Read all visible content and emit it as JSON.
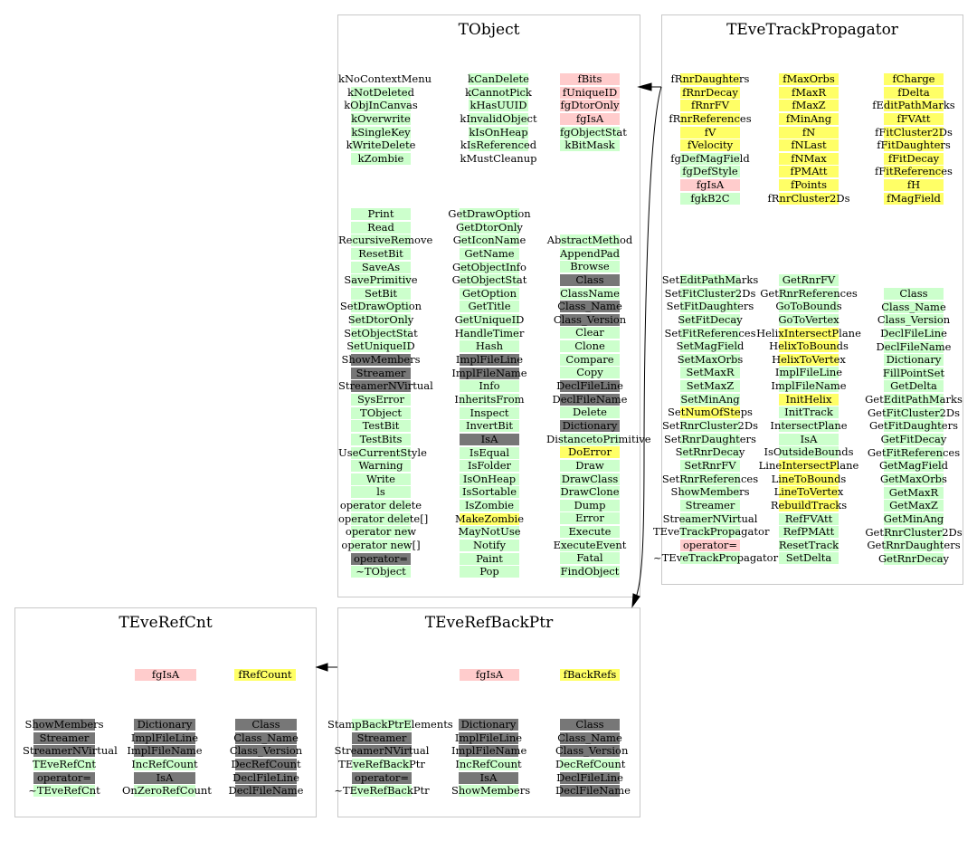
{
  "colors": {
    "green": "#ccffcc",
    "yellow": "#ffff66",
    "pink": "#ffcccc",
    "gray": "#777777",
    "border": "#c8c8c8"
  },
  "boxes": {
    "tobject": {
      "title": "TObject",
      "enum1": [
        {
          "t": "kNoContextMenu",
          "c": "none"
        },
        {
          "t": "kNotDeleted",
          "c": "g"
        },
        {
          "t": "kObjInCanvas",
          "c": "g"
        },
        {
          "t": "kOverwrite",
          "c": "g"
        },
        {
          "t": "kSingleKey",
          "c": "g"
        },
        {
          "t": "kWriteDelete",
          "c": "g"
        },
        {
          "t": "kZombie",
          "c": "g"
        }
      ],
      "enum2": [
        {
          "t": "kCanDelete",
          "c": "g"
        },
        {
          "t": "kCannotPick",
          "c": "g"
        },
        {
          "t": "kHasUUID",
          "c": "g"
        },
        {
          "t": "kInvalidObject",
          "c": "g"
        },
        {
          "t": "kIsOnHeap",
          "c": "g"
        },
        {
          "t": "kIsReferenced",
          "c": "g"
        },
        {
          "t": "kMustCleanup",
          "c": "none"
        }
      ],
      "members": [
        {
          "t": "fBits",
          "c": "r"
        },
        {
          "t": "fUniqueID",
          "c": "r"
        },
        {
          "t": "fgDtorOnly",
          "c": "r"
        },
        {
          "t": "fgIsA",
          "c": "r"
        },
        {
          "t": "fgObjectStat",
          "c": "g"
        },
        {
          "t": "kBitMask",
          "c": "g"
        }
      ],
      "methods1": [
        {
          "t": "Print",
          "c": "g"
        },
        {
          "t": "Read",
          "c": "g"
        },
        {
          "t": "RecursiveRemove",
          "c": "g"
        },
        {
          "t": "ResetBit",
          "c": "g"
        },
        {
          "t": "SaveAs",
          "c": "g"
        },
        {
          "t": "SavePrimitive",
          "c": "g"
        },
        {
          "t": "SetBit",
          "c": "g"
        },
        {
          "t": "SetDrawOption",
          "c": "g"
        },
        {
          "t": "SetDtorOnly",
          "c": "g"
        },
        {
          "t": "SetObjectStat",
          "c": "g"
        },
        {
          "t": "SetUniqueID",
          "c": "g"
        },
        {
          "t": "ShowMembers",
          "c": "d"
        },
        {
          "t": "Streamer",
          "c": "d"
        },
        {
          "t": "StreamerNVirtual",
          "c": "d"
        },
        {
          "t": "SysError",
          "c": "g"
        },
        {
          "t": "TObject",
          "c": "g"
        },
        {
          "t": "TestBit",
          "c": "g"
        },
        {
          "t": "TestBits",
          "c": "g"
        },
        {
          "t": "UseCurrentStyle",
          "c": "g"
        },
        {
          "t": "Warning",
          "c": "g"
        },
        {
          "t": "Write",
          "c": "g"
        },
        {
          "t": "ls",
          "c": "g"
        },
        {
          "t": "operator delete",
          "c": "g"
        },
        {
          "t": "operator delete[]",
          "c": "g"
        },
        {
          "t": "operator new",
          "c": "g"
        },
        {
          "t": "operator new[]",
          "c": "g"
        },
        {
          "t": "operator=",
          "c": "d"
        },
        {
          "t": "~TObject",
          "c": "g"
        }
      ],
      "methods2": [
        {
          "t": "GetDrawOption",
          "c": "g"
        },
        {
          "t": "GetDtorOnly",
          "c": "g"
        },
        {
          "t": "GetIconName",
          "c": "g"
        },
        {
          "t": "GetName",
          "c": "g"
        },
        {
          "t": "GetObjectInfo",
          "c": "g"
        },
        {
          "t": "GetObjectStat",
          "c": "g"
        },
        {
          "t": "GetOption",
          "c": "g"
        },
        {
          "t": "GetTitle",
          "c": "g"
        },
        {
          "t": "GetUniqueID",
          "c": "g"
        },
        {
          "t": "HandleTimer",
          "c": "g"
        },
        {
          "t": "Hash",
          "c": "g"
        },
        {
          "t": "ImplFileLine",
          "c": "d"
        },
        {
          "t": "ImplFileName",
          "c": "d"
        },
        {
          "t": "Info",
          "c": "g"
        },
        {
          "t": "InheritsFrom",
          "c": "g"
        },
        {
          "t": "Inspect",
          "c": "g"
        },
        {
          "t": "InvertBit",
          "c": "g"
        },
        {
          "t": "IsA",
          "c": "d"
        },
        {
          "t": "IsEqual",
          "c": "g"
        },
        {
          "t": "IsFolder",
          "c": "g"
        },
        {
          "t": "IsOnHeap",
          "c": "g"
        },
        {
          "t": "IsSortable",
          "c": "g"
        },
        {
          "t": "IsZombie",
          "c": "g"
        },
        {
          "t": "MakeZombie",
          "c": "y"
        },
        {
          "t": "MayNotUse",
          "c": "g"
        },
        {
          "t": "Notify",
          "c": "g"
        },
        {
          "t": "Paint",
          "c": "g"
        },
        {
          "t": "Pop",
          "c": "g"
        }
      ],
      "methods3": [
        {
          "t": "AbstractMethod",
          "c": "g"
        },
        {
          "t": "AppendPad",
          "c": "g"
        },
        {
          "t": "Browse",
          "c": "g"
        },
        {
          "t": "Class",
          "c": "d"
        },
        {
          "t": "ClassName",
          "c": "g"
        },
        {
          "t": "Class_Name",
          "c": "d"
        },
        {
          "t": "Class_Version",
          "c": "d"
        },
        {
          "t": "Clear",
          "c": "g"
        },
        {
          "t": "Clone",
          "c": "g"
        },
        {
          "t": "Compare",
          "c": "g"
        },
        {
          "t": "Copy",
          "c": "g"
        },
        {
          "t": "DeclFileLine",
          "c": "d"
        },
        {
          "t": "DeclFileName",
          "c": "d"
        },
        {
          "t": "Delete",
          "c": "g"
        },
        {
          "t": "Dictionary",
          "c": "d"
        },
        {
          "t": "DistancetoPrimitive",
          "c": "g"
        },
        {
          "t": "DoError",
          "c": "y"
        },
        {
          "t": "Draw",
          "c": "g"
        },
        {
          "t": "DrawClass",
          "c": "g"
        },
        {
          "t": "DrawClone",
          "c": "g"
        },
        {
          "t": "Dump",
          "c": "g"
        },
        {
          "t": "Error",
          "c": "g"
        },
        {
          "t": "Execute",
          "c": "g"
        },
        {
          "t": "ExecuteEvent",
          "c": "g"
        },
        {
          "t": "Fatal",
          "c": "g"
        },
        {
          "t": "FindObject",
          "c": "g"
        }
      ]
    },
    "propagator": {
      "title": "TEveTrackPropagator",
      "members1": [
        {
          "t": "fRnrDaughters",
          "c": "y"
        },
        {
          "t": "fRnrDecay",
          "c": "y"
        },
        {
          "t": "fRnrFV",
          "c": "y"
        },
        {
          "t": "fRnrReferences",
          "c": "y"
        },
        {
          "t": "fV",
          "c": "y"
        },
        {
          "t": "fVelocity",
          "c": "y"
        },
        {
          "t": "fgDefMagField",
          "c": "g"
        },
        {
          "t": "fgDefStyle",
          "c": "g"
        },
        {
          "t": "fgIsA",
          "c": "r"
        },
        {
          "t": "fgkB2C",
          "c": "g"
        }
      ],
      "members2": [
        {
          "t": "fMaxOrbs",
          "c": "y"
        },
        {
          "t": "fMaxR",
          "c": "y"
        },
        {
          "t": "fMaxZ",
          "c": "y"
        },
        {
          "t": "fMinAng",
          "c": "y"
        },
        {
          "t": "fN",
          "c": "y"
        },
        {
          "t": "fNLast",
          "c": "y"
        },
        {
          "t": "fNMax",
          "c": "y"
        },
        {
          "t": "fPMAtt",
          "c": "y"
        },
        {
          "t": "fPoints",
          "c": "y"
        },
        {
          "t": "fRnrCluster2Ds",
          "c": "y"
        }
      ],
      "members3": [
        {
          "t": "fCharge",
          "c": "y"
        },
        {
          "t": "fDelta",
          "c": "y"
        },
        {
          "t": "fEditPathMarks",
          "c": "y"
        },
        {
          "t": "fFVAtt",
          "c": "y"
        },
        {
          "t": "fFitCluster2Ds",
          "c": "y"
        },
        {
          "t": "fFitDaughters",
          "c": "y"
        },
        {
          "t": "fFitDecay",
          "c": "y"
        },
        {
          "t": "fFitReferences",
          "c": "y"
        },
        {
          "t": "fH",
          "c": "y"
        },
        {
          "t": "fMagField",
          "c": "y"
        }
      ],
      "methods1": [
        {
          "t": "SetEditPathMarks",
          "c": "g"
        },
        {
          "t": "SetFitCluster2Ds",
          "c": "g"
        },
        {
          "t": "SetFitDaughters",
          "c": "g"
        },
        {
          "t": "SetFitDecay",
          "c": "g"
        },
        {
          "t": "SetFitReferences",
          "c": "g"
        },
        {
          "t": "SetMagField",
          "c": "g"
        },
        {
          "t": "SetMaxOrbs",
          "c": "g"
        },
        {
          "t": "SetMaxR",
          "c": "g"
        },
        {
          "t": "SetMaxZ",
          "c": "g"
        },
        {
          "t": "SetMinAng",
          "c": "g"
        },
        {
          "t": "SetNumOfSteps",
          "c": "y"
        },
        {
          "t": "SetRnrCluster2Ds",
          "c": "g"
        },
        {
          "t": "SetRnrDaughters",
          "c": "g"
        },
        {
          "t": "SetRnrDecay",
          "c": "g"
        },
        {
          "t": "SetRnrFV",
          "c": "g"
        },
        {
          "t": "SetRnrReferences",
          "c": "g"
        },
        {
          "t": "ShowMembers",
          "c": "g"
        },
        {
          "t": "Streamer",
          "c": "g"
        },
        {
          "t": "StreamerNVirtual",
          "c": "g"
        },
        {
          "t": "TEveTrackPropagator",
          "c": "g"
        },
        {
          "t": "operator=",
          "c": "r"
        },
        {
          "t": "~TEveTrackPropagator",
          "c": "g"
        }
      ],
      "methods2": [
        {
          "t": "GetRnrFV",
          "c": "g"
        },
        {
          "t": "GetRnrReferences",
          "c": "g"
        },
        {
          "t": "GoToBounds",
          "c": "g"
        },
        {
          "t": "GoToVertex",
          "c": "g"
        },
        {
          "t": "HelixIntersectPlane",
          "c": "y"
        },
        {
          "t": "HelixToBounds",
          "c": "y"
        },
        {
          "t": "HelixToVertex",
          "c": "y"
        },
        {
          "t": "ImplFileLine",
          "c": "g"
        },
        {
          "t": "ImplFileName",
          "c": "g"
        },
        {
          "t": "InitHelix",
          "c": "y"
        },
        {
          "t": "InitTrack",
          "c": "g"
        },
        {
          "t": "IntersectPlane",
          "c": "g"
        },
        {
          "t": "IsA",
          "c": "g"
        },
        {
          "t": "IsOutsideBounds",
          "c": "g"
        },
        {
          "t": "LineIntersectPlane",
          "c": "y"
        },
        {
          "t": "LineToBounds",
          "c": "y"
        },
        {
          "t": "LineToVertex",
          "c": "y"
        },
        {
          "t": "RebuildTracks",
          "c": "y"
        },
        {
          "t": "RefFVAtt",
          "c": "g"
        },
        {
          "t": "RefPMAtt",
          "c": "g"
        },
        {
          "t": "ResetTrack",
          "c": "g"
        },
        {
          "t": "SetDelta",
          "c": "g"
        }
      ],
      "methods3": [
        {
          "t": "Class",
          "c": "g"
        },
        {
          "t": "Class_Name",
          "c": "g"
        },
        {
          "t": "Class_Version",
          "c": "g"
        },
        {
          "t": "DeclFileLine",
          "c": "g"
        },
        {
          "t": "DeclFileName",
          "c": "g"
        },
        {
          "t": "Dictionary",
          "c": "g"
        },
        {
          "t": "FillPointSet",
          "c": "g"
        },
        {
          "t": "GetDelta",
          "c": "g"
        },
        {
          "t": "GetEditPathMarks",
          "c": "g"
        },
        {
          "t": "GetFitCluster2Ds",
          "c": "g"
        },
        {
          "t": "GetFitDaughters",
          "c": "g"
        },
        {
          "t": "GetFitDecay",
          "c": "g"
        },
        {
          "t": "GetFitReferences",
          "c": "g"
        },
        {
          "t": "GetMagField",
          "c": "g"
        },
        {
          "t": "GetMaxOrbs",
          "c": "g"
        },
        {
          "t": "GetMaxR",
          "c": "g"
        },
        {
          "t": "GetMaxZ",
          "c": "g"
        },
        {
          "t": "GetMinAng",
          "c": "g"
        },
        {
          "t": "GetRnrCluster2Ds",
          "c": "g"
        },
        {
          "t": "GetRnrDaughters",
          "c": "g"
        },
        {
          "t": "GetRnrDecay",
          "c": "g"
        }
      ]
    },
    "refcnt": {
      "title": "TEveRefCnt",
      "members1": [
        {
          "t": "fgIsA",
          "c": "r"
        }
      ],
      "members2": [
        {
          "t": "fRefCount",
          "c": "y"
        }
      ],
      "methods1": [
        {
          "t": "ShowMembers",
          "c": "d"
        },
        {
          "t": "Streamer",
          "c": "d"
        },
        {
          "t": "StreamerNVirtual",
          "c": "d"
        },
        {
          "t": "TEveRefCnt",
          "c": "g"
        },
        {
          "t": "operator=",
          "c": "d"
        },
        {
          "t": "~TEveRefCnt",
          "c": "g"
        }
      ],
      "methods2": [
        {
          "t": "Dictionary",
          "c": "d"
        },
        {
          "t": "ImplFileLine",
          "c": "d"
        },
        {
          "t": "ImplFileName",
          "c": "d"
        },
        {
          "t": "IncRefCount",
          "c": "g"
        },
        {
          "t": "IsA",
          "c": "d"
        },
        {
          "t": "OnZeroRefCount",
          "c": "g"
        }
      ],
      "methods3": [
        {
          "t": "Class",
          "c": "d"
        },
        {
          "t": "Class_Name",
          "c": "d"
        },
        {
          "t": "Class_Version",
          "c": "d"
        },
        {
          "t": "DecRefCount",
          "c": "d"
        },
        {
          "t": "DeclFileLine",
          "c": "d"
        },
        {
          "t": "DeclFileName",
          "c": "d"
        }
      ]
    },
    "refbackptr": {
      "title": "TEveRefBackPtr",
      "members1": [
        {
          "t": "fgIsA",
          "c": "r"
        }
      ],
      "members2": [
        {
          "t": "fBackRefs",
          "c": "y"
        }
      ],
      "methods1": [
        {
          "t": "StampBackPtrElements",
          "c": "g"
        },
        {
          "t": "Streamer",
          "c": "d"
        },
        {
          "t": "StreamerNVirtual",
          "c": "d"
        },
        {
          "t": "TEveRefBackPtr",
          "c": "g"
        },
        {
          "t": "operator=",
          "c": "d"
        },
        {
          "t": "~TEveRefBackPtr",
          "c": "g"
        }
      ],
      "methods2": [
        {
          "t": "Dictionary",
          "c": "d"
        },
        {
          "t": "ImplFileLine",
          "c": "d"
        },
        {
          "t": "ImplFileName",
          "c": "d"
        },
        {
          "t": "IncRefCount",
          "c": "g"
        },
        {
          "t": "IsA",
          "c": "d"
        },
        {
          "t": "ShowMembers",
          "c": "g"
        }
      ],
      "methods3": [
        {
          "t": "Class",
          "c": "d"
        },
        {
          "t": "Class_Name",
          "c": "d"
        },
        {
          "t": "Class_Version",
          "c": "d"
        },
        {
          "t": "DecRefCount",
          "c": "g"
        },
        {
          "t": "DeclFileLine",
          "c": "d"
        },
        {
          "t": "DeclFileName",
          "c": "d"
        }
      ]
    }
  },
  "edges": [
    {
      "from": "TEveTrackPropagator",
      "to": "TObject"
    },
    {
      "from": "TEveTrackPropagator",
      "to": "TEveRefBackPtr"
    },
    {
      "from": "TEveRefBackPtr",
      "to": "TEveRefCnt"
    }
  ]
}
